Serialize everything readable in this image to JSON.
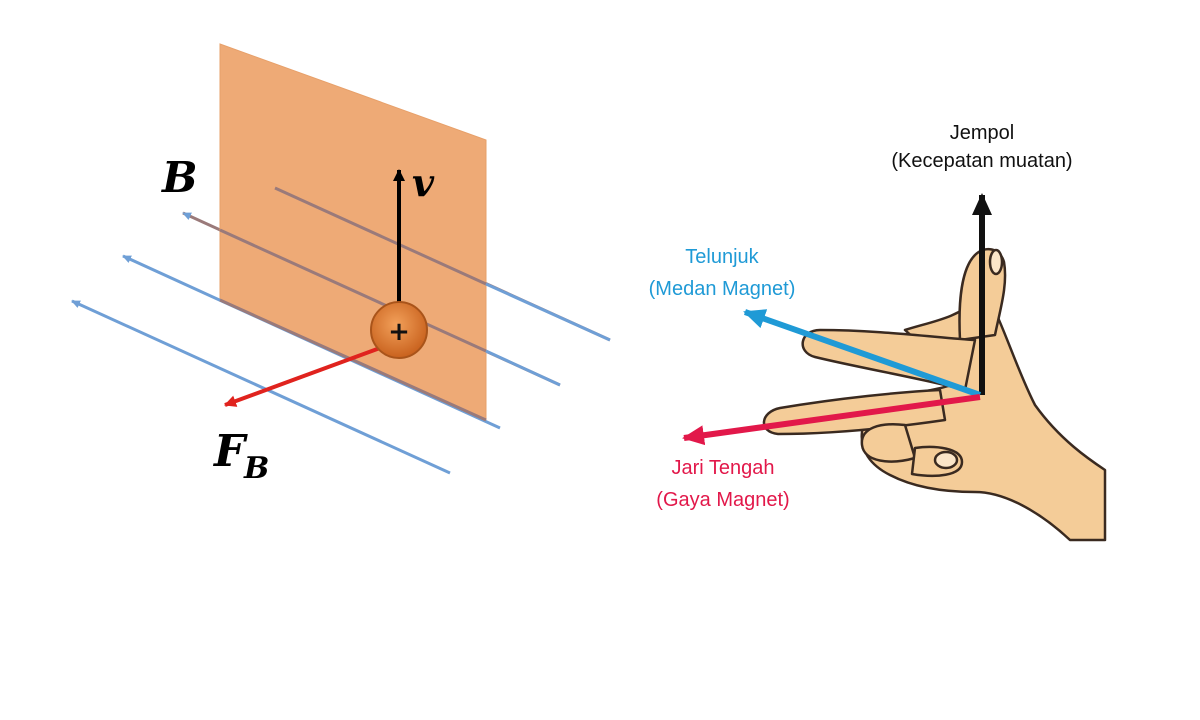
{
  "left_diagram": {
    "field_label": "B",
    "velocity_label": "v",
    "charge_label": "+",
    "force_label": "F",
    "force_subscript": "B"
  },
  "hand_diagram": {
    "thumb_name": "Jempol",
    "thumb_desc": "(Kecepatan muatan)",
    "index_name": "Telunjuk",
    "index_desc": "(Medan Magnet)",
    "middle_name": "Jari Tengah",
    "middle_desc": "(Gaya Magnet)"
  },
  "colors": {
    "plane": "#eeaa76",
    "plane_edge": "#c98a5c",
    "field_lines": "#6f9fd6",
    "field_behind": "#9a7a7a",
    "velocity": "#000000",
    "force_left": "#e0231e",
    "charge_fill": "#d9772a",
    "charge_edge": "#a9541a",
    "index_label": "#1f9ad6",
    "middle_label": "#e2184a",
    "skin": "#f4cc98",
    "skin_outline": "#3a2a20"
  }
}
